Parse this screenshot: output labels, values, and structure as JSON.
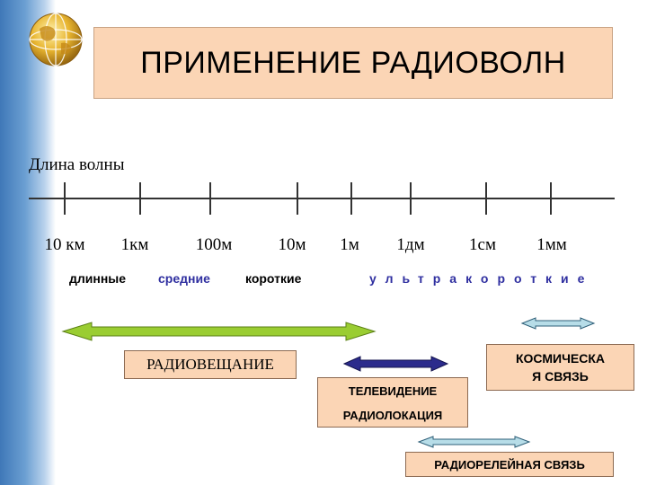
{
  "title": "ПРИМЕНЕНИЕ РАДИОВОЛН",
  "axis_label": "Длина волны",
  "ticks": [
    "10 км",
    "1км",
    "100м",
    "10м",
    "1м",
    "1дм",
    "1см",
    "1мм"
  ],
  "bands": {
    "long": "длинные",
    "medium": "средние",
    "short": "короткие",
    "ultrashort": "ультракороткие"
  },
  "applications": {
    "broadcast": "РАДИОВЕЩАНИЕ",
    "television": "ТЕЛЕВИДЕНИЕ",
    "radiolocation": "РАДИОЛОКАЦИЯ",
    "space_line1": "КОСМИЧЕСКА",
    "space_line2": "Я СВЯЗЬ",
    "relay": "РАДИОРЕЛЕЙНАЯ СВЯЗЬ"
  },
  "colors": {
    "title_fill": "#fbd5b5",
    "broadcast_arrow": "#9acd32",
    "tv_arrow": "#2b2b8c",
    "space_arrow": "#b7dde8",
    "relay_arrow": "#b7dde8",
    "medium_band_text": "#2f2fa0",
    "ultrashort_band_text": "#2f2fa0"
  }
}
